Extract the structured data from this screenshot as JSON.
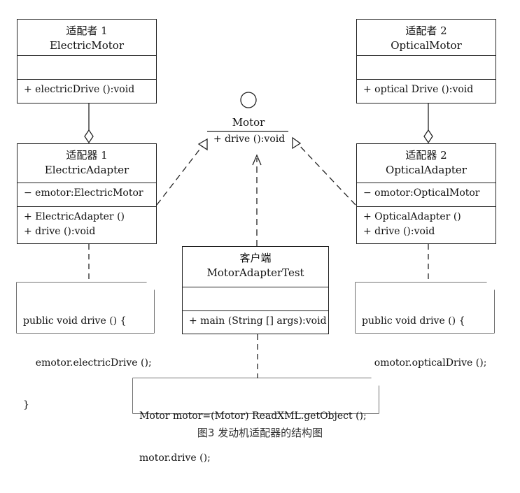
{
  "classes": {
    "electric_motor": {
      "role": "适配者 1",
      "name": "ElectricMotor",
      "ops": [
        "+ electricDrive ():void"
      ]
    },
    "optical_motor": {
      "role": "适配者 2",
      "name": "OpticalMotor",
      "ops": [
        "+ optical Drive ():void"
      ]
    },
    "electric_adapter": {
      "role": "适配器 1",
      "name": "ElectricAdapter",
      "attrs": [
        "− emotor:ElectricMotor"
      ],
      "ops": [
        "+ ElectricAdapter ()",
        "+ drive ():void"
      ]
    },
    "optical_adapter": {
      "role": "适配器 2",
      "name": "OpticalAdapter",
      "attrs": [
        "− omotor:OpticalMotor"
      ],
      "ops": [
        "+ OpticalAdapter ()",
        "+ drive ():void"
      ]
    },
    "client": {
      "role": "客户端",
      "name": "MotorAdapterTest",
      "ops": [
        "+ main (String [] args):void"
      ]
    }
  },
  "interface": {
    "name": "Motor",
    "op": "+ drive ():void"
  },
  "notes": {
    "electric": {
      "lines": [
        "public void drive () {",
        "    emotor.electricDrive ();",
        "}"
      ]
    },
    "optical": {
      "lines": [
        "public void drive () {",
        "    omotor.opticalDrive ();",
        "}"
      ]
    },
    "client": {
      "lines": [
        "Motor motor=(Motor) ReadXML.getObject ();",
        "motor.drive ();"
      ]
    }
  },
  "caption": "图3 发动机适配器的结构图"
}
